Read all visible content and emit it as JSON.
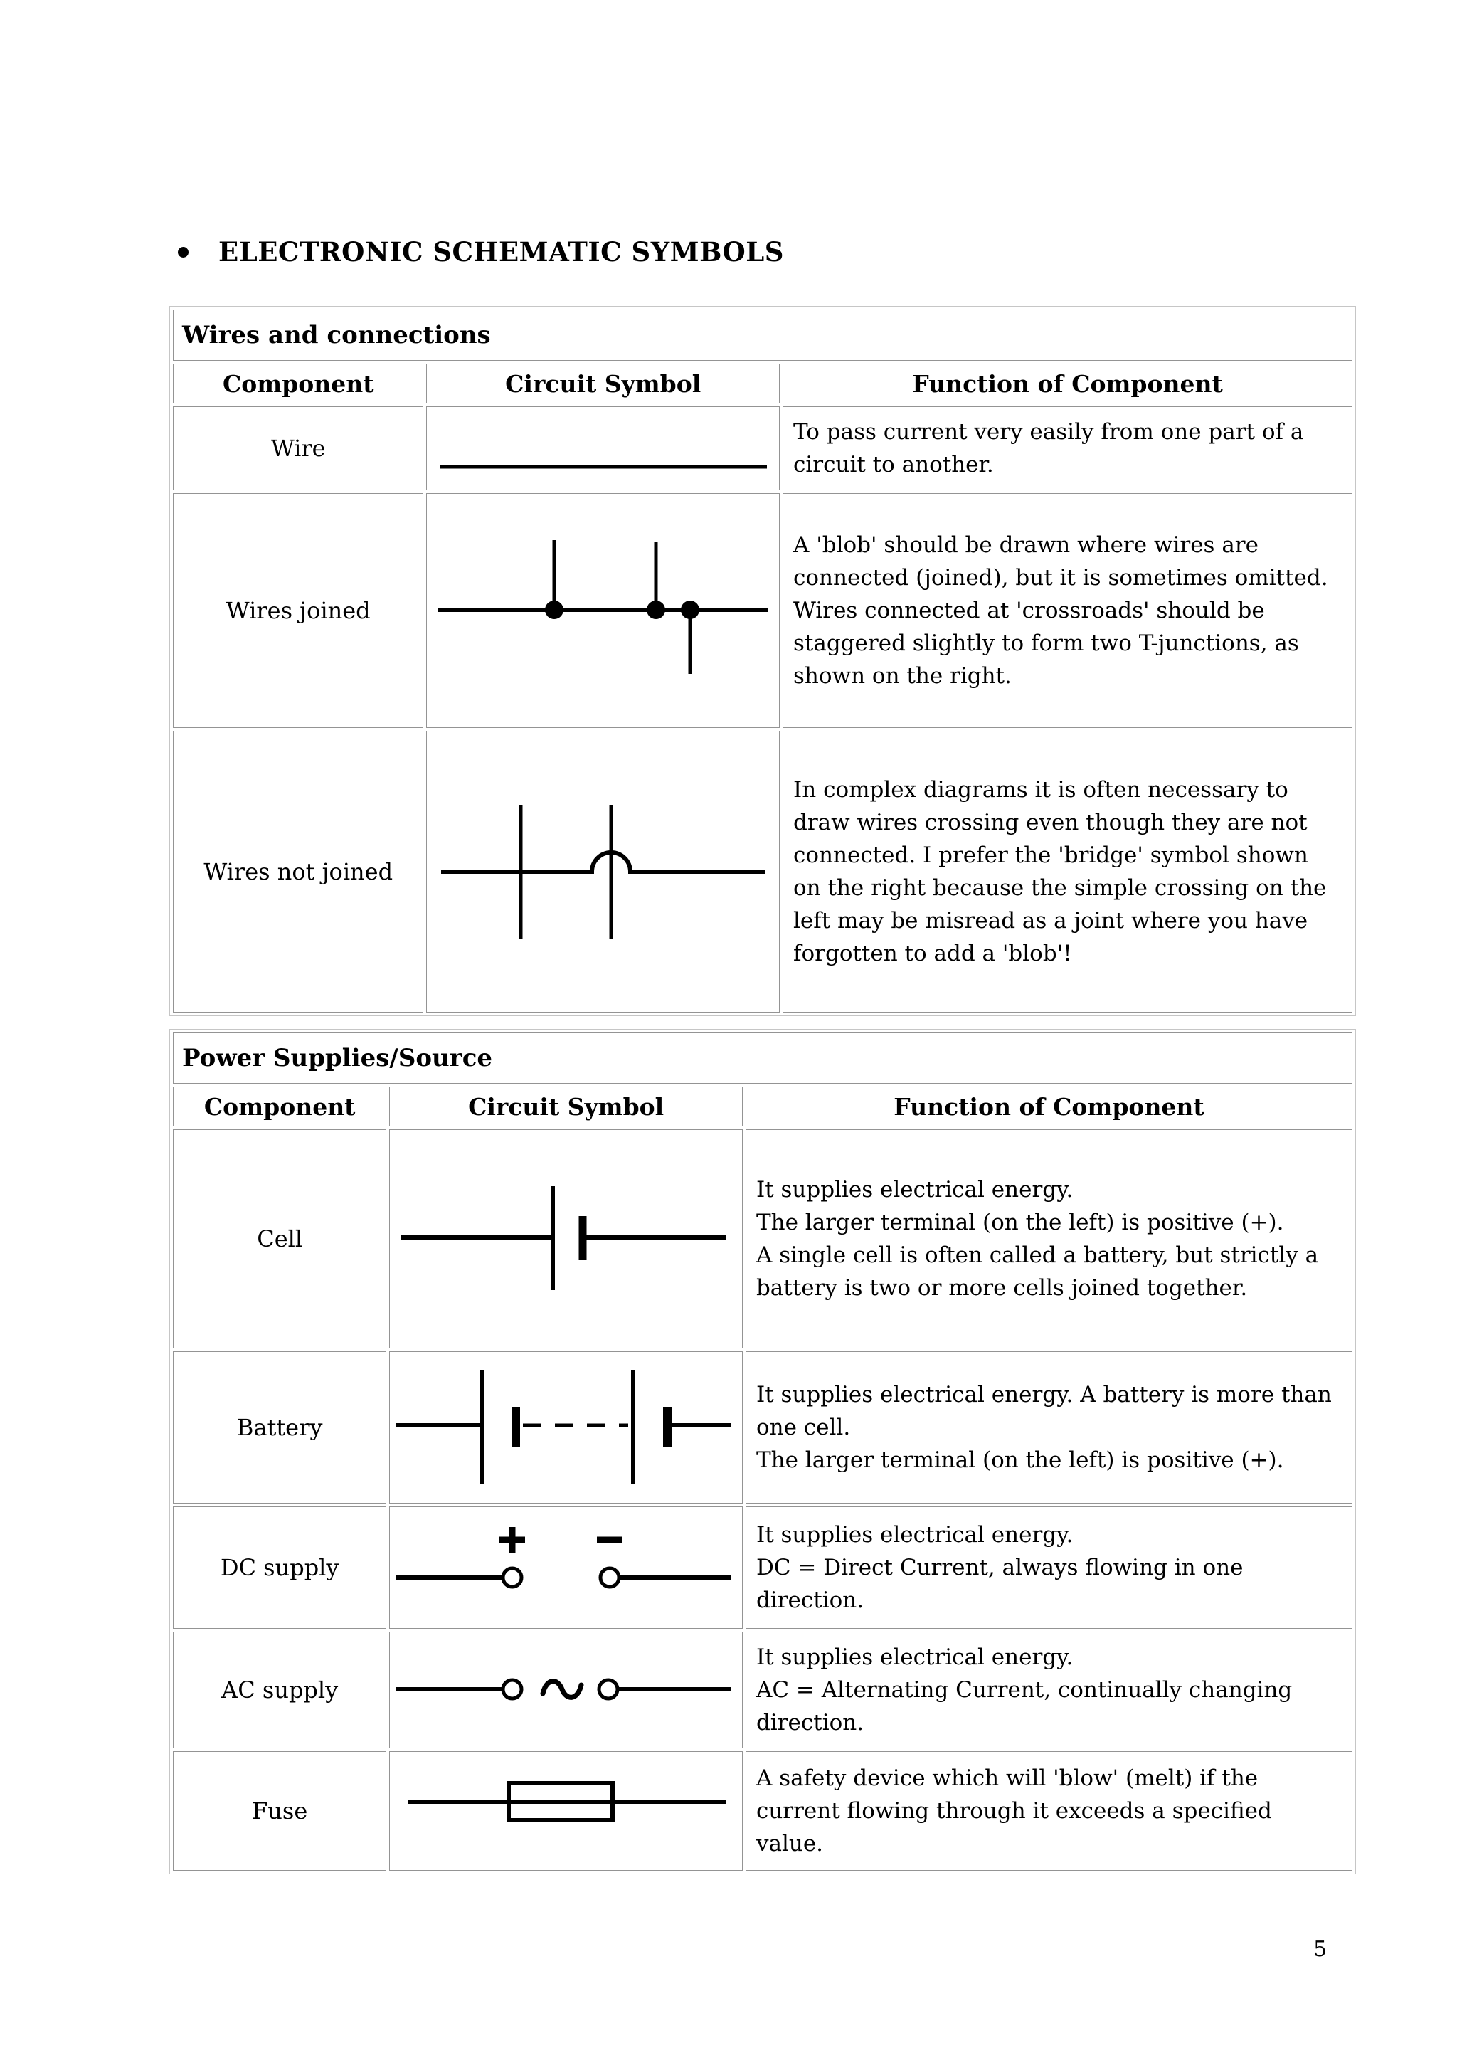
{
  "page": {
    "heading": "ELECTRONIC SCHEMATIC SYMBOLS",
    "page_number": "5"
  },
  "colors": {
    "section_band": "#FAFAD2",
    "cell_border": "#949494",
    "outer_border": "#C6C6C6",
    "symbol_ink": "#000000"
  },
  "tables": [
    {
      "section_title": "Wires and connections",
      "headers": [
        "Component",
        "Circuit Symbol",
        "Function of Component"
      ],
      "rows": [
        {
          "component": "Wire",
          "symbol": "wire-symbol",
          "function": [
            "To pass current very easily from one part of a circuit to another."
          ]
        },
        {
          "component": "Wires joined",
          "symbol": "wires-joined-symbol",
          "function": [
            "A 'blob' should be drawn where wires are connected (joined), but it is sometimes omitted. Wires connected at 'crossroads' should be staggered slightly to form two T-junctions, as shown on the right."
          ]
        },
        {
          "component": "Wires not joined",
          "symbol": "wires-not-joined-symbol",
          "function": [
            "In complex diagrams it is often necessary to draw wires crossing even though they are not connected. I prefer the 'bridge' symbol shown on the right because the simple crossing on the left may be misread as a joint where you have forgotten to add a 'blob'!"
          ]
        }
      ]
    },
    {
      "section_title": "Power Supplies/Source",
      "headers": [
        "Component",
        "Circuit Symbol",
        "Function of Component"
      ],
      "rows": [
        {
          "component": "Cell",
          "symbol": "cell-symbol",
          "function": [
            "It supplies electrical energy.",
            "The larger terminal (on the left) is positive (+).",
            "A single cell is often called a battery, but strictly a battery is two or more cells joined together."
          ]
        },
        {
          "component": "Battery",
          "symbol": "battery-symbol",
          "function": [
            "It supplies electrical energy. A battery is more than one cell.",
            "The larger terminal (on the left) is positive (+)."
          ]
        },
        {
          "component": "DC supply",
          "symbol": "dc-supply-symbol",
          "function": [
            "It supplies electrical energy.",
            "DC = Direct Current, always flowing in one direction."
          ]
        },
        {
          "component": "AC supply",
          "symbol": "ac-supply-symbol",
          "function": [
            "It supplies electrical energy.",
            "AC = Alternating Current, continually changing direction."
          ]
        },
        {
          "component": "Fuse",
          "symbol": "fuse-symbol",
          "function": [
            "A safety device which will 'blow' (melt) if the current flowing through it exceeds a specified value."
          ]
        }
      ]
    }
  ]
}
